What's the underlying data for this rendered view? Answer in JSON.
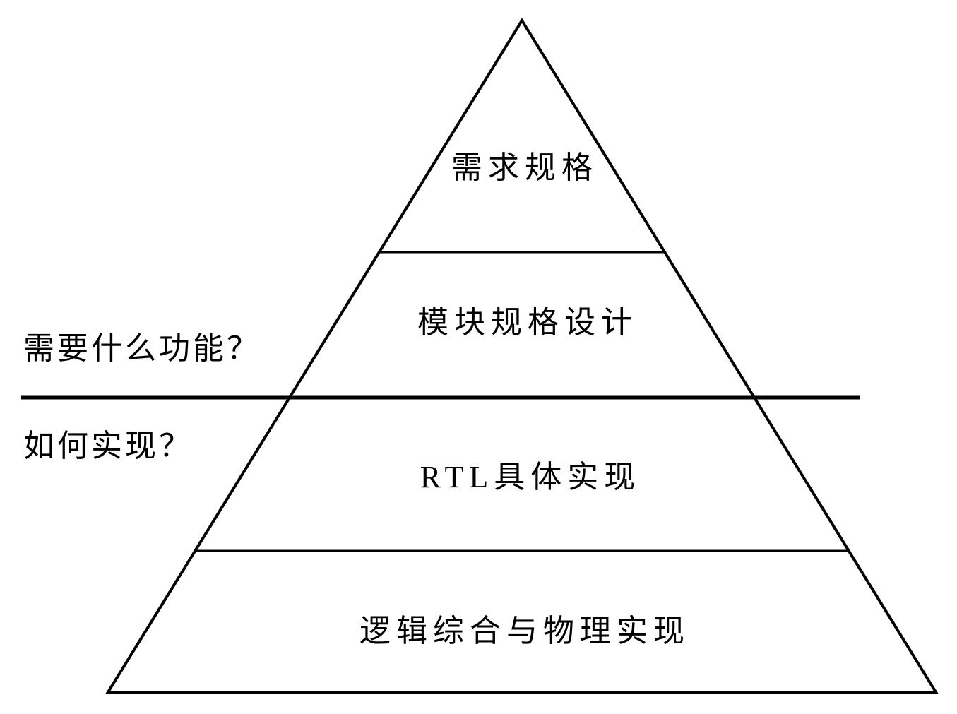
{
  "page": {
    "background_color": "#ffffff",
    "line_color": "#000000",
    "text_color": "#000000"
  },
  "diagram": {
    "type": "pyramid",
    "levels": [
      {
        "label": "需求规格"
      },
      {
        "label": "模块规格设计"
      },
      {
        "label": "RTL具体实现"
      },
      {
        "label": "逻辑综合与物理实现"
      }
    ],
    "annotations": {
      "top_question": "需要什么功能？",
      "bottom_question": "如何实现？"
    }
  }
}
